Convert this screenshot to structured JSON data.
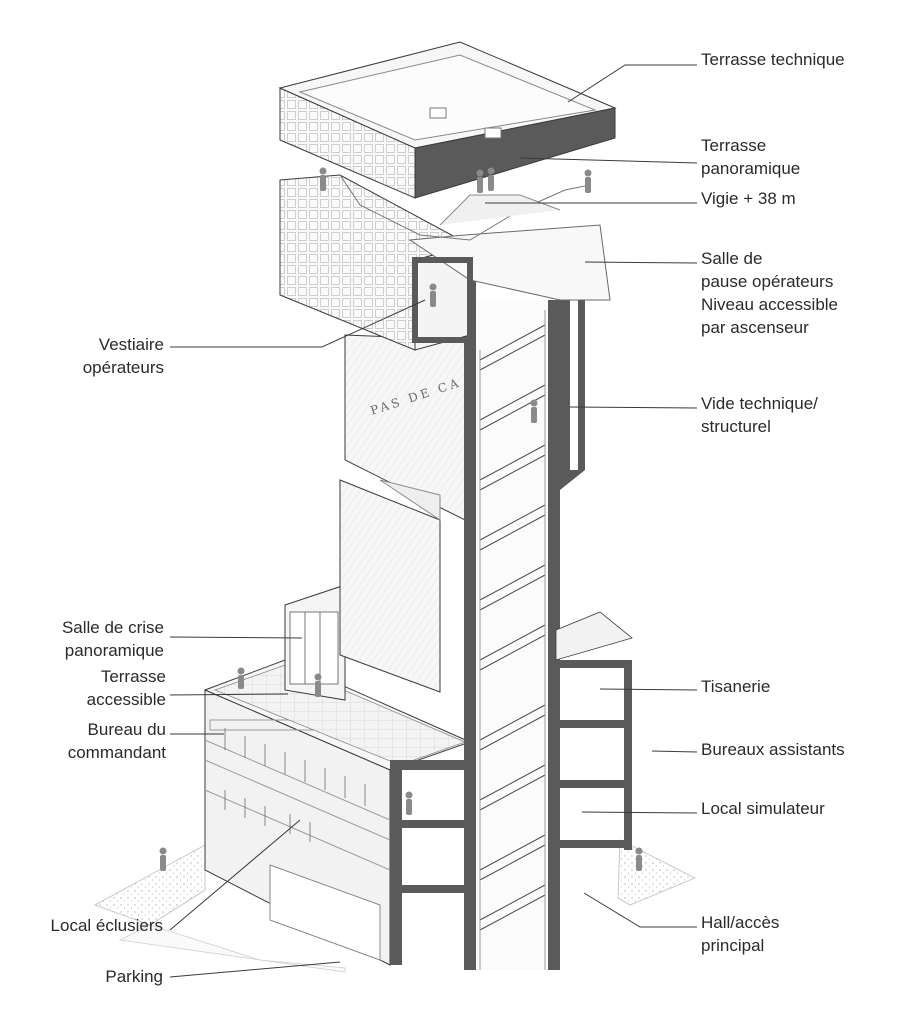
{
  "labels": {
    "terrasse_technique": [
      "Terrasse technique"
    ],
    "terrasse_panoramique": [
      "Terrasse",
      "panoramique"
    ],
    "vigie": [
      "Vigie + 38 m"
    ],
    "salle_pause": [
      "Salle de",
      "pause opérateurs",
      "Niveau accessible",
      "par ascenseur"
    ],
    "vestiaire": [
      "Vestiaire",
      "opérateurs"
    ],
    "vide_technique": [
      "Vide technique/",
      "structurel"
    ],
    "salle_crise": [
      "Salle de crise",
      "panoramique"
    ],
    "terrasse_accessible": [
      "Terrasse",
      "accessible"
    ],
    "bureau_commandant": [
      "Bureau du",
      "commandant"
    ],
    "tisanerie": [
      "Tisanerie"
    ],
    "bureaux_assistants": [
      "Bureaux assistants"
    ],
    "local_simulateur": [
      "Local simulateur"
    ],
    "local_eclusiers": [
      "Local éclusiers"
    ],
    "hall": [
      "Hall/accès",
      "principal"
    ],
    "parking": [
      "Parking"
    ]
  },
  "facade_text": "PAS DE CA",
  "colors": {
    "wall_cut": "#5a5a5a",
    "line": "#3a3a3a",
    "light_line": "#9a9a9a",
    "surface": "#f6f6f6",
    "text": "#2a2a2a"
  }
}
